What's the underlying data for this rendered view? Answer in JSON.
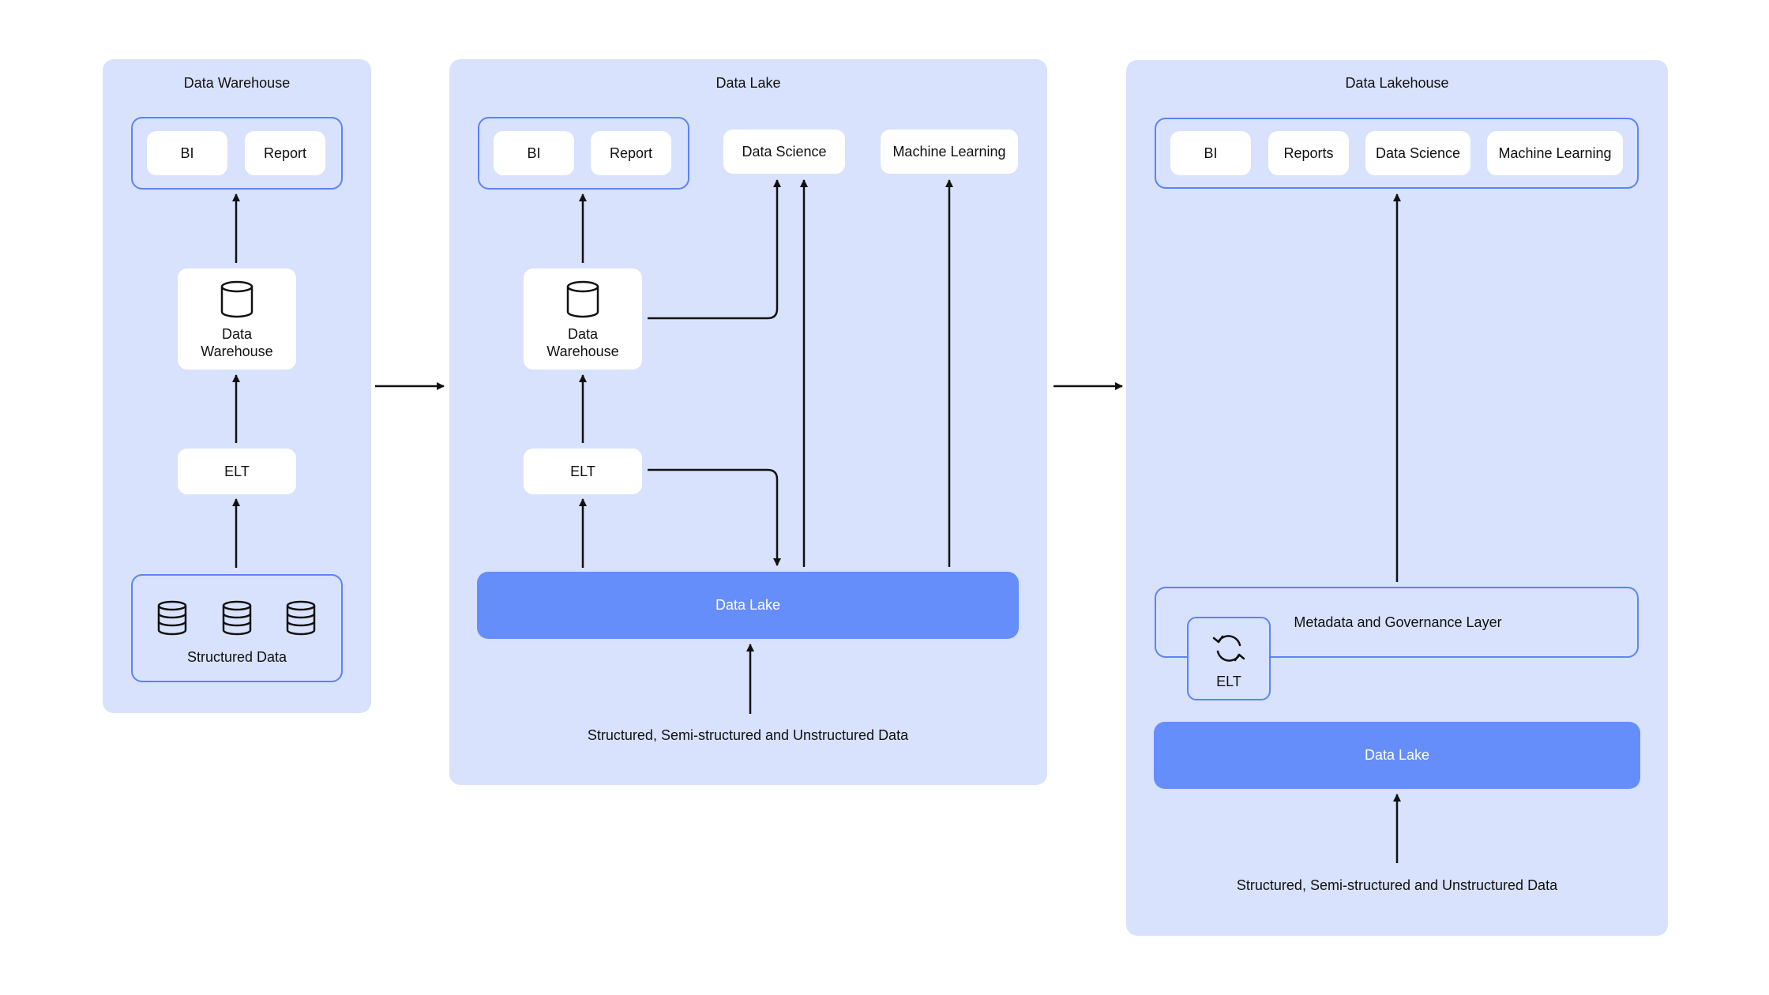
{
  "panels": {
    "warehouse": {
      "title": "Data Warehouse",
      "bi": "BI",
      "report": "Report",
      "dw_line1": "Data",
      "dw_line2": "Warehouse",
      "elt": "ELT",
      "structured": "Structured Data"
    },
    "lake": {
      "title": "Data Lake",
      "bi": "BI",
      "report": "Report",
      "data_science": "Data Science",
      "machine_learning": "Machine Learning",
      "dw_line1": "Data",
      "dw_line2": "Warehouse",
      "elt": "ELT",
      "lake_label": "Data Lake",
      "source": "Structured, Semi-structured and Unstructured Data"
    },
    "lakehouse": {
      "title": "Data Lakehouse",
      "bi": "BI",
      "reports": "Reports",
      "data_science": "Data Science",
      "machine_learning": "Machine Learning",
      "metadata": "Metadata and Governance Layer",
      "elt": "ELT",
      "lake_label": "Data Lake",
      "source": "Structured, Semi-structured and Unstructured Data"
    }
  },
  "icons": [
    "database-icon",
    "database-stack-icon",
    "sync-icon",
    "arrow-icon"
  ],
  "colors": {
    "panel_bg": "#d8e2fd",
    "border_blue": "#5b84f6",
    "lake_blue": "#658efb",
    "chip_bg": "#ffffff",
    "arrow": "#111111"
  }
}
